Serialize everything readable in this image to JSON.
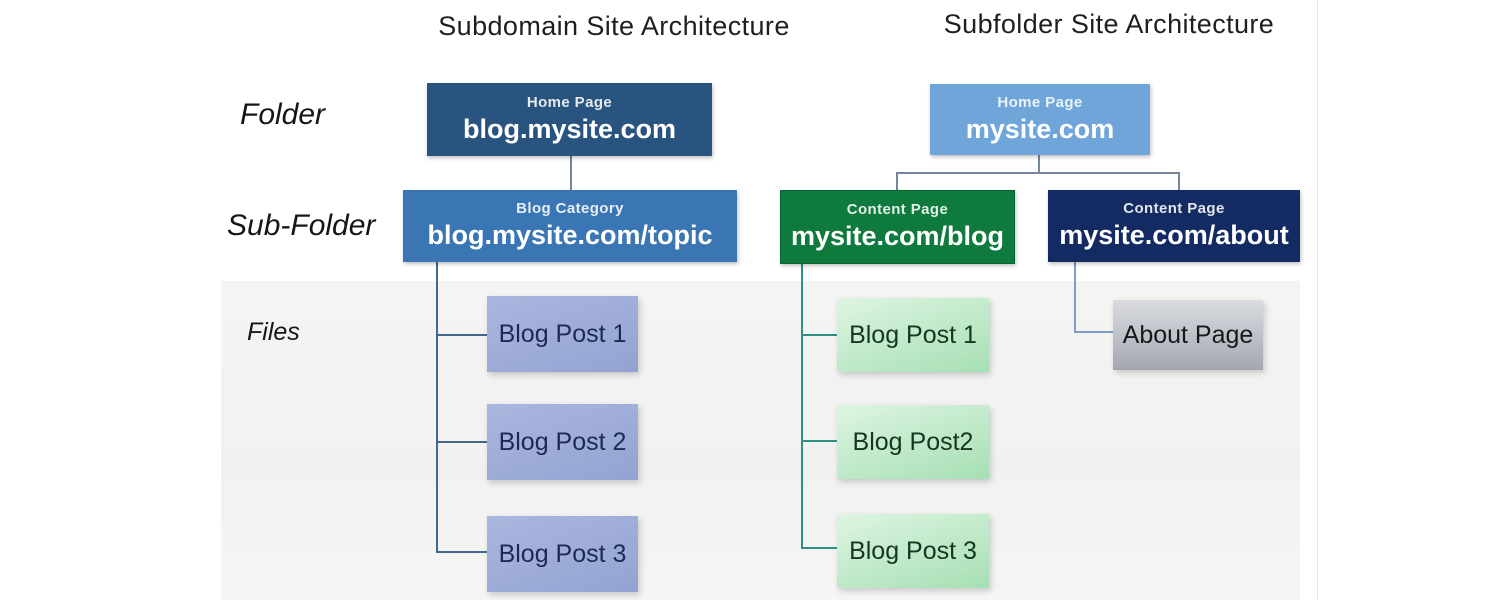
{
  "titles": {
    "subdomain": "Subdomain Site Architecture",
    "subfolder": "Subfolder Site Architecture"
  },
  "row_labels": {
    "folder": "Folder",
    "subfolder": "Sub-Folder",
    "files": "Files"
  },
  "subdomain_tree": {
    "home": {
      "page_type": "Home Page",
      "url": "blog.mysite.com"
    },
    "category": {
      "page_type": "Blog Category",
      "url": "blog.mysite.com/topic"
    },
    "posts": [
      "Blog Post 1",
      "Blog Post 2",
      "Blog Post 3"
    ]
  },
  "subfolder_tree": {
    "home": {
      "page_type": "Home Page",
      "url": "mysite.com"
    },
    "blog": {
      "page_type": "Content Page",
      "url": "mysite.com/blog"
    },
    "about": {
      "page_type": "Content Page",
      "url": "mysite.com/about"
    },
    "posts": [
      "Blog Post 1",
      "Blog Post2",
      "Blog Post 3"
    ],
    "about_page_label": "About Page"
  },
  "colors": {
    "subdomain_home_bg": "#2a5480",
    "subdomain_category_bg": "#3a76b4",
    "subfolder_home_bg": "#6fa5d9",
    "subfolder_blog_bg": "#0e7a3d",
    "subfolder_about_bg": "#132b62",
    "blog_post_left_bg": "#9ba9d6",
    "blog_post_right_bg": "#b9e6c3",
    "about_page_bg": "#b9bdc5",
    "files_panel_bg": "#f3f3f2",
    "connector_blue": "#44688c",
    "connector_green": "#2f9183",
    "connector_gray": "#74879c",
    "connector_light_blue": "#7e9cc8"
  }
}
